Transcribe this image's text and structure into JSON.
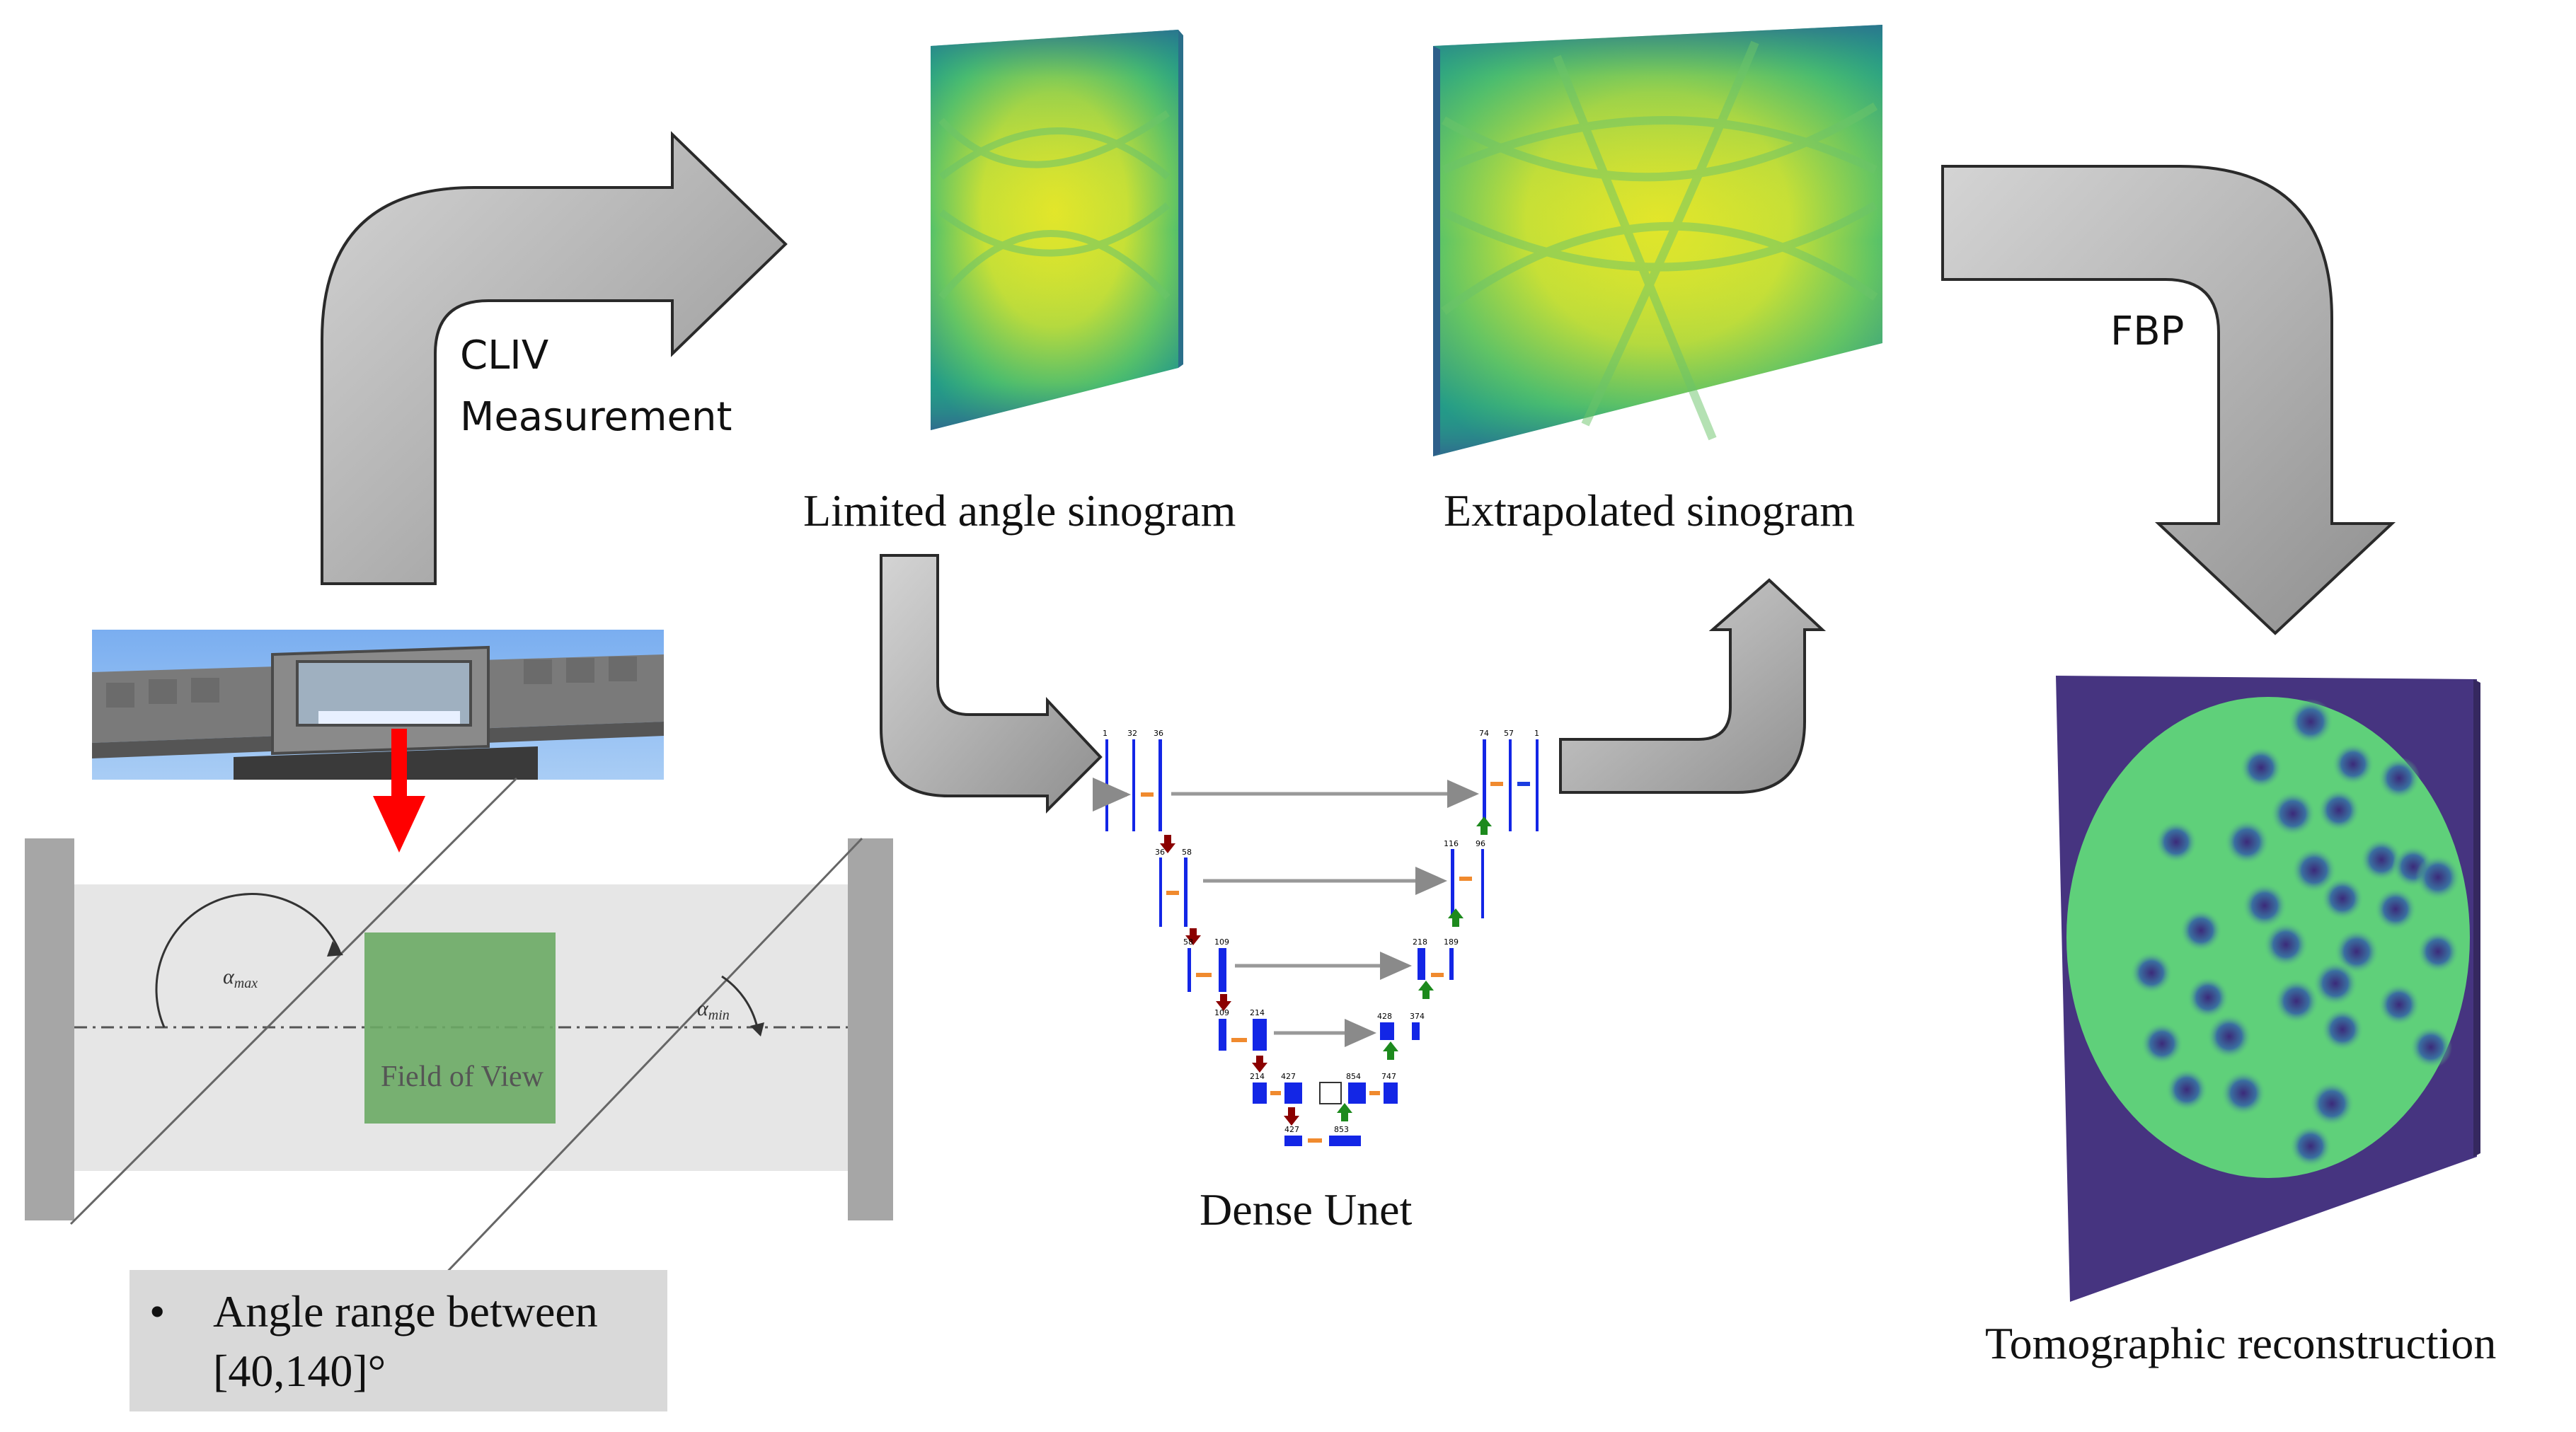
{
  "labels": {
    "cliv_line1": "CLIV",
    "cliv_line2": "Measurement",
    "limited": "Limited angle sinogram",
    "extrapolated": "Extrapolated sinogram",
    "fbp": "FBP",
    "dense_unet": "Dense Unet",
    "tomo": "Tomographic reconstruction",
    "field_of_view": "Field of View",
    "alpha_max": "α",
    "alpha_max_sub": "max",
    "alpha_min": "α",
    "alpha_min_sub": "min"
  },
  "bullet": {
    "symbol": "•",
    "line1": "Angle range between",
    "line2": "[40,140]°"
  },
  "unet": {
    "enc1": [
      "1",
      "32",
      "36"
    ],
    "dec1": [
      "74",
      "57",
      "1"
    ],
    "enc2": [
      "36",
      "58"
    ],
    "dec2": [
      "116",
      "96"
    ],
    "enc3": [
      "58",
      "109"
    ],
    "dec3": [
      "218",
      "189"
    ],
    "enc4": [
      "109",
      "214"
    ],
    "dec4": [
      "428",
      "374"
    ],
    "enc5": [
      "214",
      "427"
    ],
    "dec5": [
      "854",
      "747"
    ],
    "bott": [
      "427",
      "853"
    ]
  },
  "colors": {
    "arrow_gray": "#b5b5b5",
    "arrow_edge": "#2a2a2a",
    "unet_blue": "#1326e6",
    "fov_green": "#6aaa64",
    "red_arrow": "#ff0000",
    "tomo_bg": "#463480",
    "tomo_disk": "#5fd07a",
    "bullet_bg": "#d9d9d9"
  }
}
